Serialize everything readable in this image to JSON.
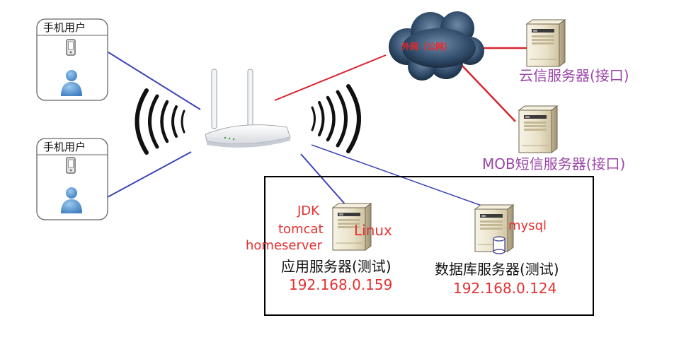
{
  "users": [
    {
      "title": "手机用户"
    },
    {
      "title": "手机用户"
    }
  ],
  "cloud": {
    "label": "外网（公网）"
  },
  "external_servers": [
    {
      "label": "云信服务器(接口)"
    },
    {
      "label": "MOB短信服务器(接口)"
    }
  ],
  "lan": {
    "app_server": {
      "software": [
        "JDK",
        "tomcat",
        "homeserver"
      ],
      "os": "Linux",
      "label": "应用服务器(测试)",
      "ip": "192.168.0.159"
    },
    "db_server": {
      "software": "mysql",
      "label": "数据库服务器(测试)",
      "ip": "192.168.0.124"
    }
  },
  "colors": {
    "wireless_link": "#3b45b5",
    "internet_link": "#d9232e",
    "external_label": "#9b46a8",
    "annotation": "#e53030"
  },
  "icons": [
    "mobile-phone-icon",
    "person-icon",
    "wifi-router-icon",
    "wifi-waves-icon",
    "cloud-icon",
    "server-icon",
    "database-icon"
  ]
}
